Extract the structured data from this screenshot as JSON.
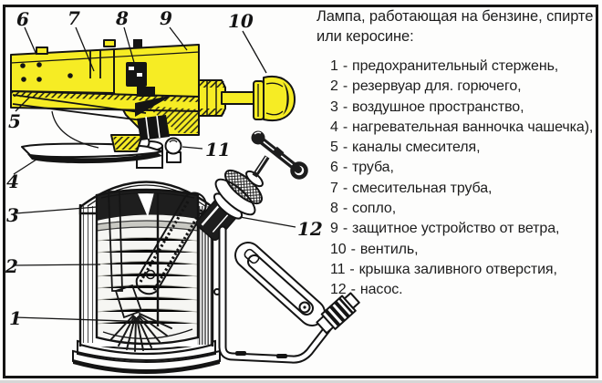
{
  "colors": {
    "highlight_yellow": "#f6ec24",
    "ink": "#141414",
    "text": "#1d1d1d",
    "background": "#fdfdfc"
  },
  "legend": {
    "title_line1": "Лампа, работающая на бензине, спирте",
    "title_line2": "или керосине:",
    "separator": "-",
    "items": [
      {
        "n": "1",
        "t": "предохранительный стержень,"
      },
      {
        "n": "2",
        "t": "резервуар для. горючего,"
      },
      {
        "n": "3",
        "t": "воздушное пространство,"
      },
      {
        "n": "4",
        "t": "нагревательная ванночка чашечка),"
      },
      {
        "n": "5",
        "t": "каналы смесителя,"
      },
      {
        "n": "6",
        "t": "труба,"
      },
      {
        "n": "7",
        "t": "смесительная труба,"
      },
      {
        "n": "8",
        "t": "сопло,"
      },
      {
        "n": "9",
        "t": "защитное устройство от ветра,"
      },
      {
        "n": "10",
        "t": "вентиль,"
      },
      {
        "n": "11",
        "t": "крышка заливного отверстия,"
      },
      {
        "n": "12",
        "t": "насос."
      }
    ]
  },
  "diagram": {
    "labels": [
      "1",
      "2",
      "3",
      "4",
      "5",
      "6",
      "7",
      "8",
      "9",
      "10",
      "11",
      "12"
    ]
  }
}
